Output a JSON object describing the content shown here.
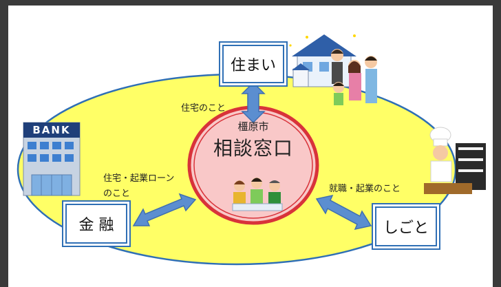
{
  "center": {
    "city": "橿原市",
    "title": "相談窓口"
  },
  "boxes": {
    "housing": "住まい",
    "finance": "金 融",
    "work": "しごと"
  },
  "links": {
    "housing": "住宅のこと",
    "finance_line1": "住宅・起業ローン",
    "finance_line2": "のこと",
    "work": "就職・起業のこと"
  },
  "bank_sign": "BANK",
  "colors": {
    "ellipse": "#ffff66",
    "center_fill": "#f9c8c8",
    "center_ring": "#d8333a",
    "box_border": "#2f6fb5",
    "arrow": "#5b8ed0"
  }
}
